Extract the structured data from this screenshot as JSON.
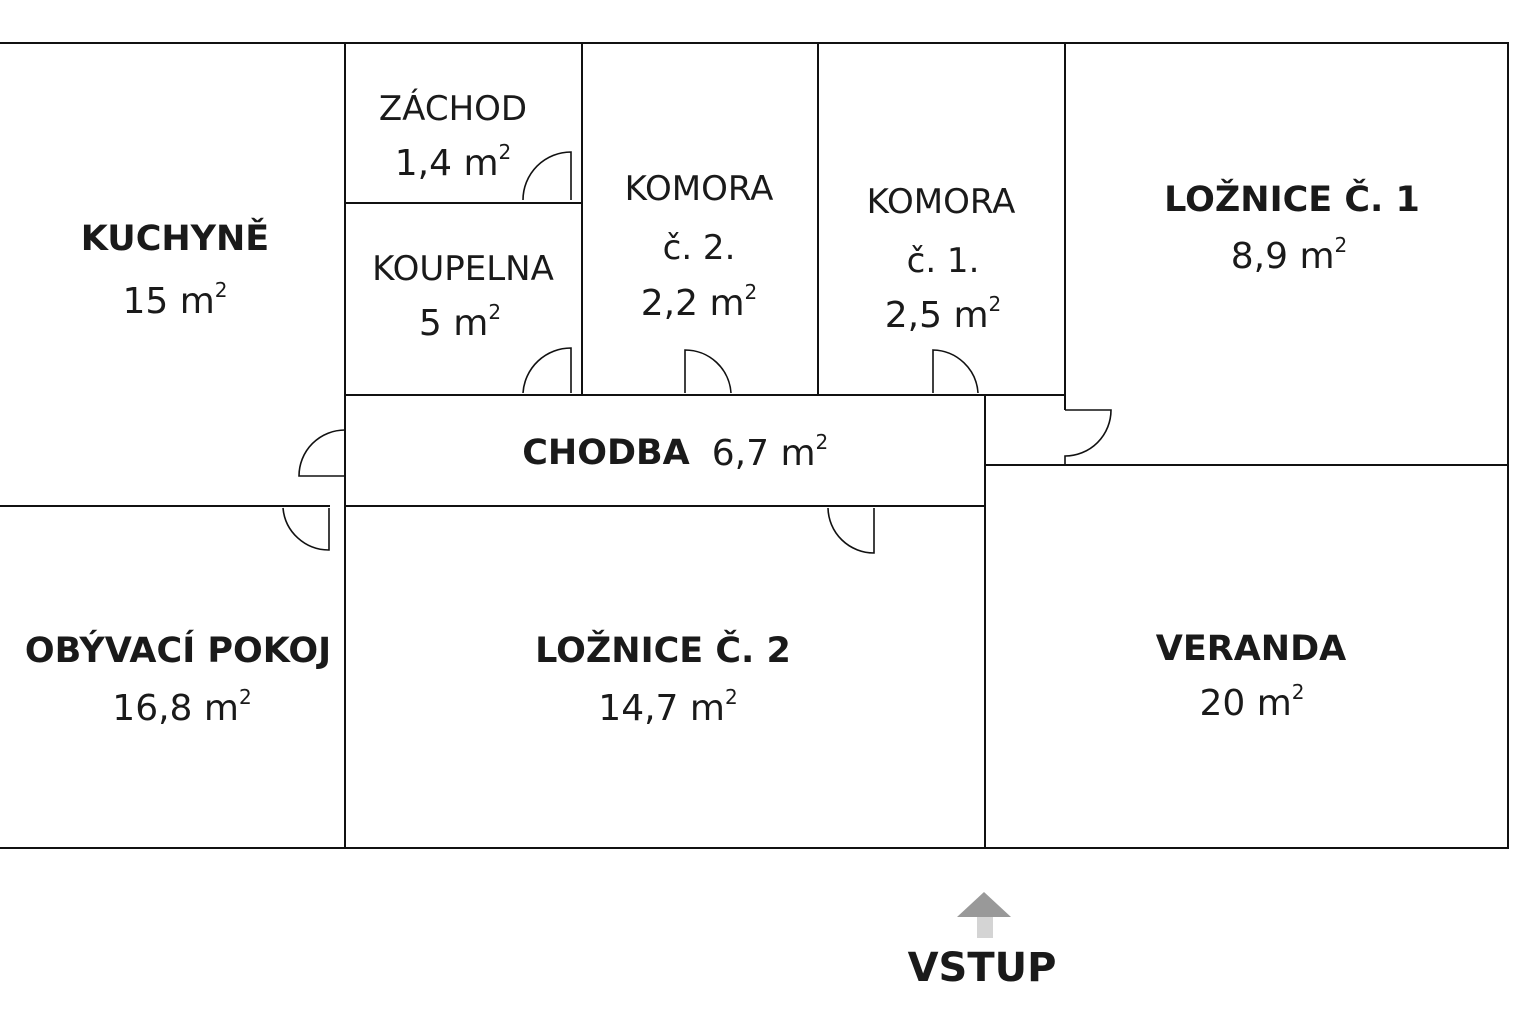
{
  "floorplan": {
    "rooms": [
      {
        "id": "kuchyne",
        "name": "KUCHYNĚ",
        "area_value": "15 m",
        "unit_sup": "2"
      },
      {
        "id": "zachod",
        "name": "ZÁCHOD",
        "area_value": "1,4 m",
        "unit_sup": "2"
      },
      {
        "id": "koupelna",
        "name": "KOUPELNA",
        "area_value": "5 m",
        "unit_sup": "2"
      },
      {
        "id": "komora2",
        "name": "KOMORA",
        "number": "č. 2.",
        "area_value": "2,2 m",
        "unit_sup": "2"
      },
      {
        "id": "komora1",
        "name": "KOMORA",
        "number": "č. 1.",
        "area_value": "2,5 m",
        "unit_sup": "2"
      },
      {
        "id": "loznice1",
        "name": "LOŽNICE Č. 1",
        "area_value": "8,9 m",
        "unit_sup": "2"
      },
      {
        "id": "chodba",
        "name": "CHODBA",
        "area_value": "6,7 m",
        "unit_sup": "2"
      },
      {
        "id": "obyvaci",
        "name": "OBÝVACÍ POKOJ",
        "area_value": "16,8 m",
        "unit_sup": "2"
      },
      {
        "id": "loznice2",
        "name": "LOŽNICE Č. 2",
        "area_value": "14,7 m",
        "unit_sup": "2"
      },
      {
        "id": "veranda",
        "name": "VERANDA",
        "area_value": "20 m",
        "unit_sup": "2"
      }
    ],
    "entrance_label": "VSTUP",
    "colors": {
      "walls": "#111111",
      "text": "#1a1a1a",
      "arrow": "#999999",
      "background": "#ffffff"
    }
  }
}
